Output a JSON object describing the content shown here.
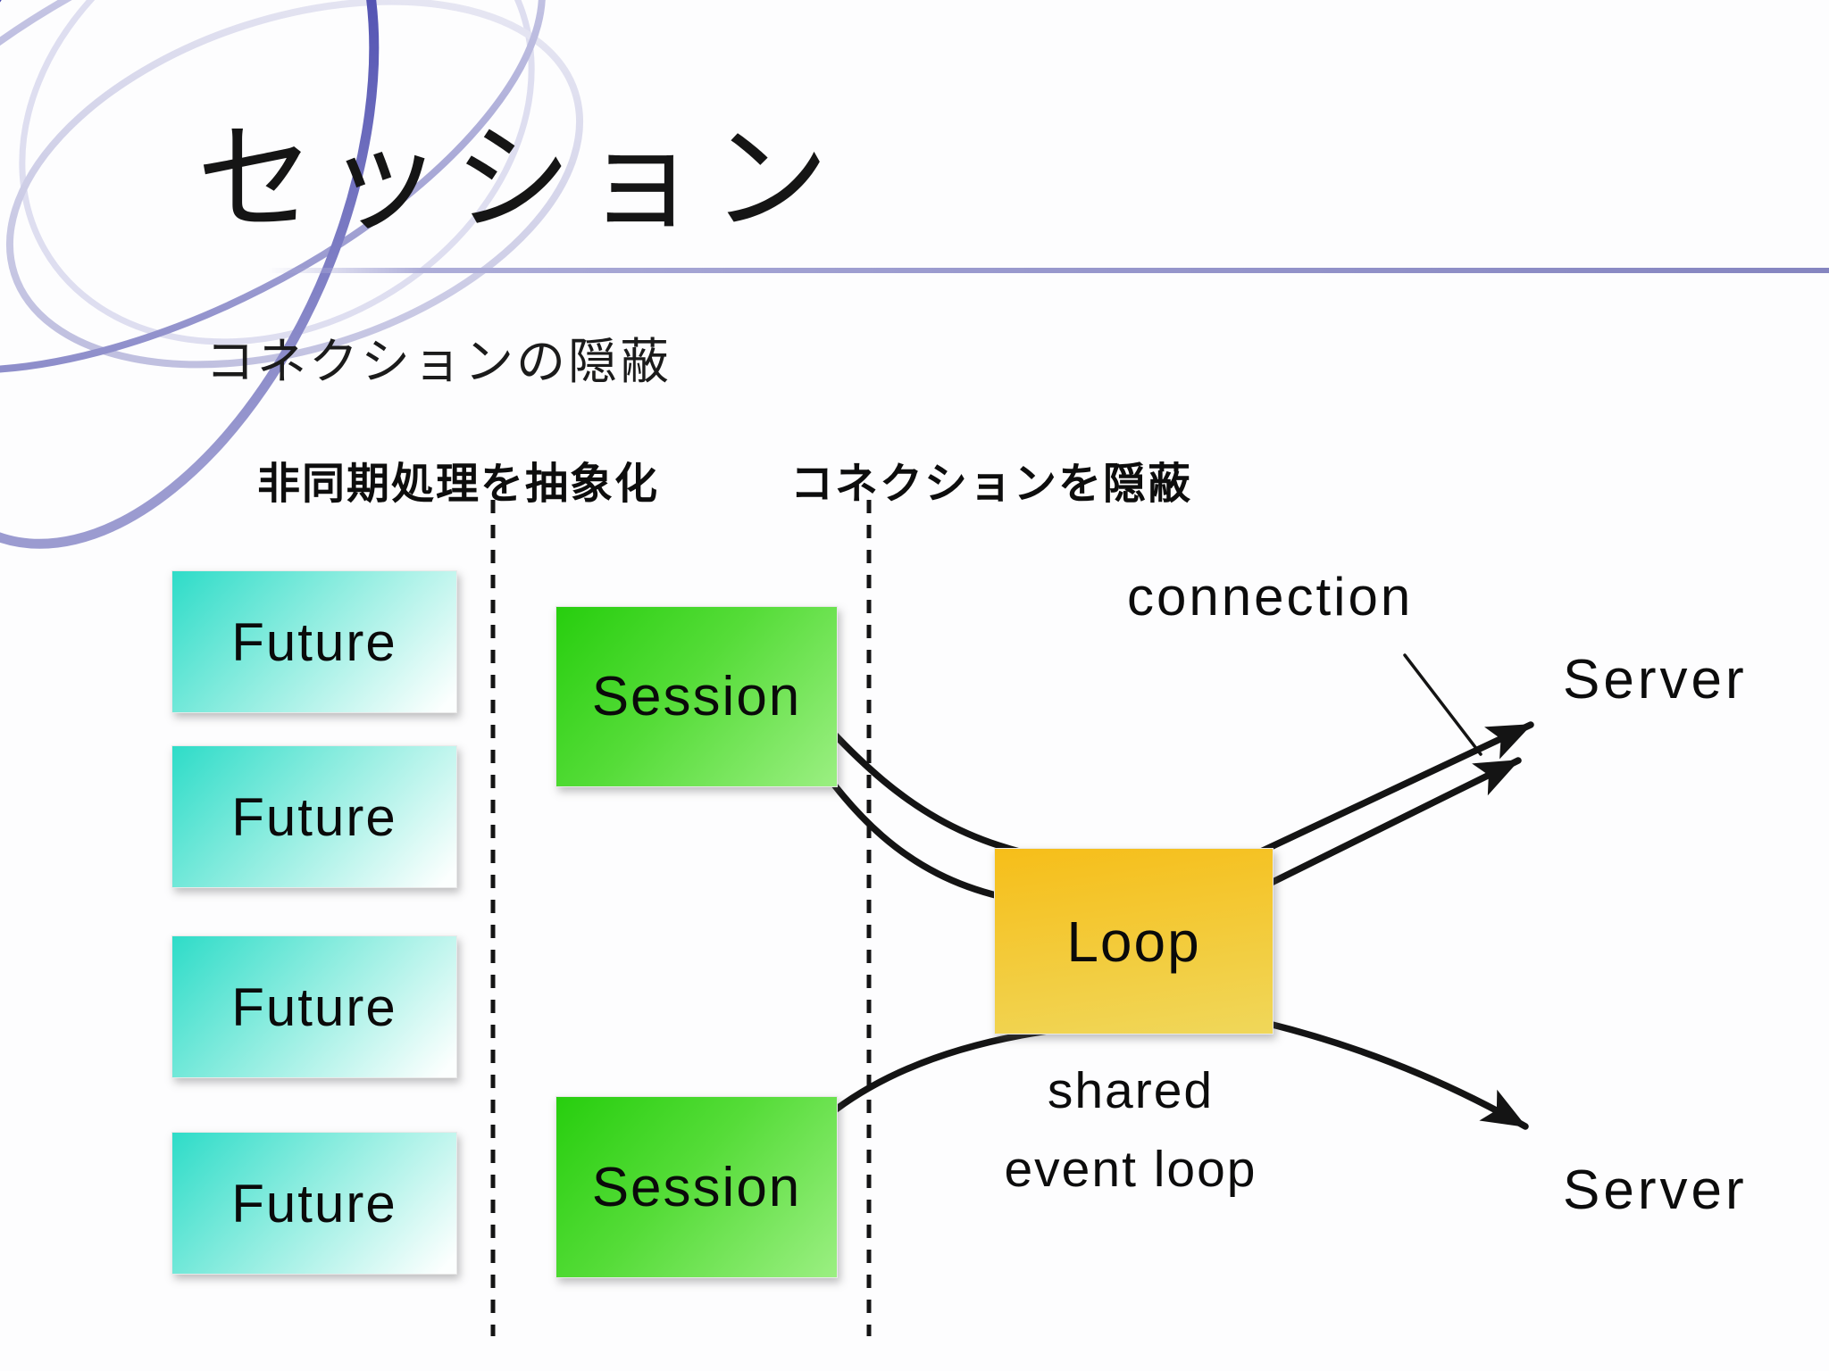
{
  "slide": {
    "title": "セッション",
    "subtitle": "コネクションの隠蔽",
    "section_labels": {
      "left": "非同期処理を抽象化",
      "right": "コネクションを隠蔽"
    },
    "future_boxes": [
      {
        "label": "Future"
      },
      {
        "label": "Future"
      },
      {
        "label": "Future"
      },
      {
        "label": "Future"
      }
    ],
    "session_boxes": {
      "top": {
        "label": "Session"
      },
      "bottom": {
        "label": "Session"
      }
    },
    "loop_box": {
      "label": "Loop"
    },
    "annotations": {
      "connection": "connection",
      "server_top": "Server",
      "server_bottom": "Server",
      "shared_event_loop": {
        "line1": "shared",
        "line2": "event loop"
      }
    },
    "colors": {
      "text_color": "#141414",
      "arrow_color": "#141414",
      "future_gradient_start": "#2EDCC8",
      "future_gradient_mid": "#8FEDE0",
      "future_gradient_end": "#FCFFFE",
      "session_gradient_start": "#27CE0E",
      "session_gradient_mid": "#55DC38",
      "session_gradient_end": "#9BEF82",
      "loop_gradient_start": "#F6BE19",
      "loop_gradient_end": "#F0D75A",
      "accent_dark": "#2B2BA8",
      "accent_mid": "#8080C4",
      "accent_light": "#C6C6E4",
      "rule_color": "#9A9ACE"
    }
  }
}
